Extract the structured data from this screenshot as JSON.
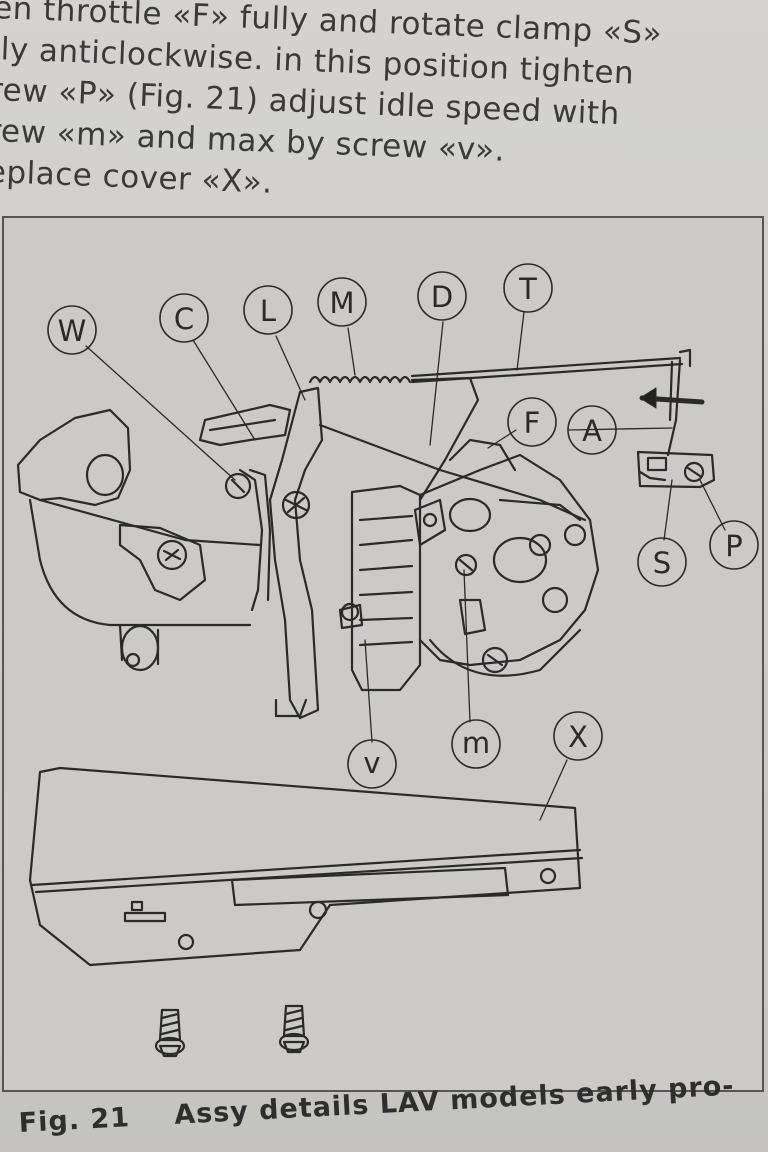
{
  "instructions": {
    "lines": [
      "en throttle «F» fully and rotate clamp «S»",
      "lly anticlockwise. in this position tighten",
      "rew «P» (Fig. 21) adjust idle speed with",
      "rew «m» and max by screw «v».",
      "eplace cover «X»."
    ]
  },
  "callouts": [
    "W",
    "C",
    "L",
    "M",
    "D",
    "T",
    "F",
    "A",
    "S",
    "P",
    "v",
    "m",
    "X"
  ],
  "caption": {
    "figure": "Fig. 21",
    "text": "Assy details LAV models early pro-"
  }
}
